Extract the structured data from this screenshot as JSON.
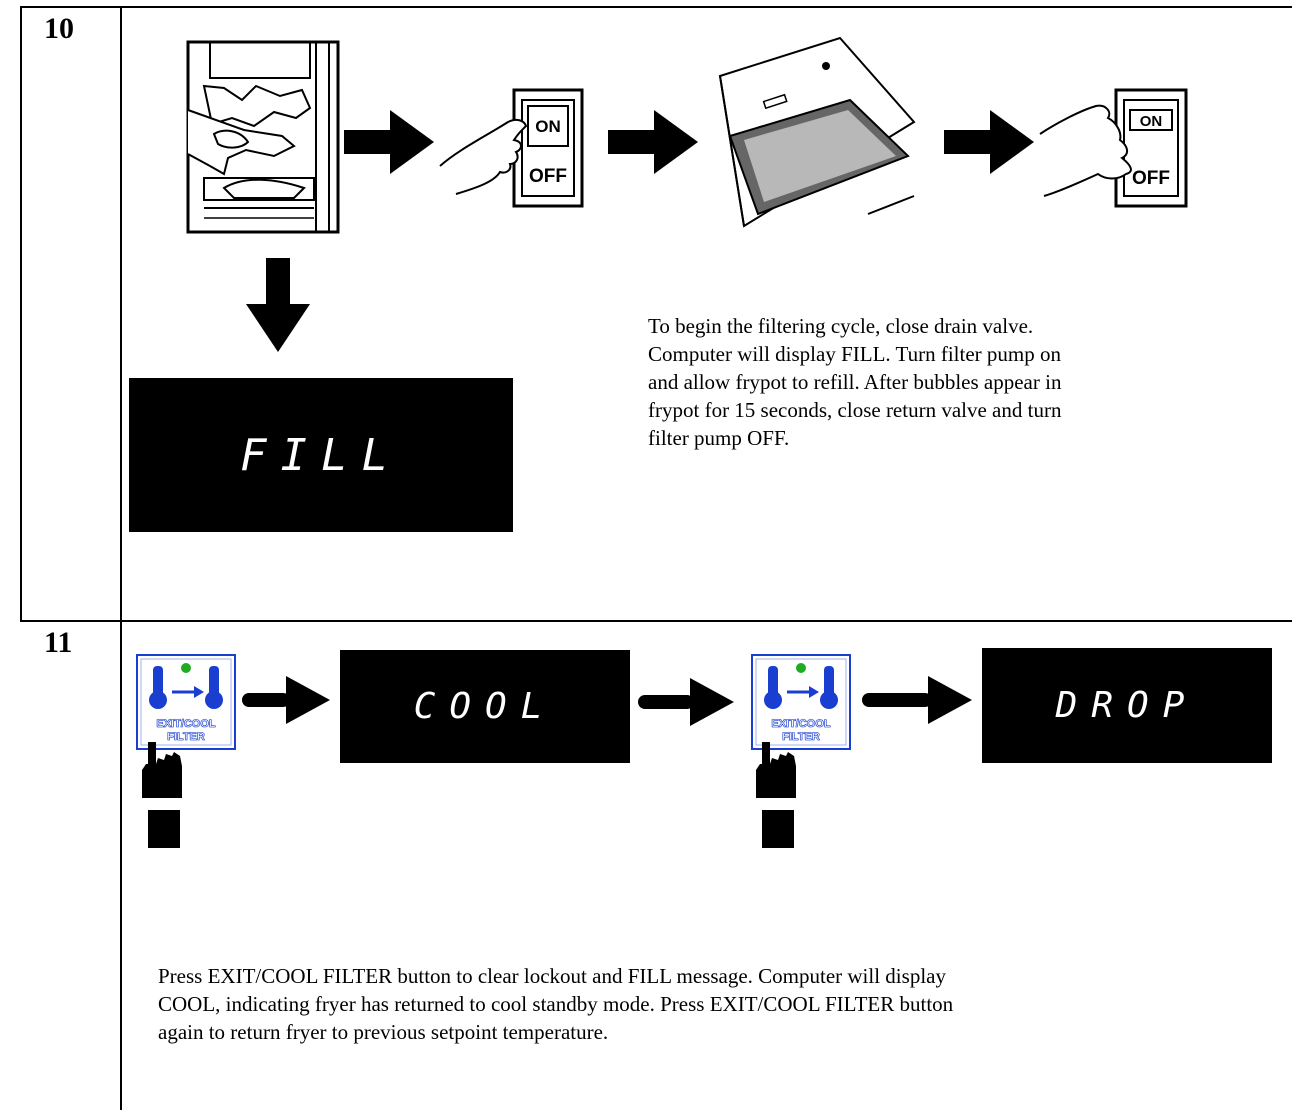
{
  "steps": [
    {
      "number": "10",
      "display": "FILL",
      "switch_on_label": "ON",
      "switch_off_label": "OFF",
      "text": [
        "To begin the filtering cycle, close drain valve.",
        "Computer will display FILL.  Turn filter pump on",
        "and allow frypot to refill.  After bubbles appear in",
        "frypot for 15 seconds, close return valve and turn",
        "filter pump OFF."
      ]
    },
    {
      "number": "11",
      "displays": [
        "COOL",
        "DROP"
      ],
      "button_label_line1": "EXIT/COOL",
      "button_label_line2": "FILTER",
      "text": [
        "Press EXIT/COOL FILTER button to clear lockout and FILL message.  Computer will display",
        "COOL, indicating fryer has returned to cool standby mode.  Press EXIT/COOL FILTER button",
        "again to return fryer to previous setpoint temperature."
      ]
    }
  ],
  "colors": {
    "display_bg": "#000000",
    "display_text": "#ffffff",
    "button_blue": "#1a3fd0",
    "button_indicator": "#22aa22"
  }
}
